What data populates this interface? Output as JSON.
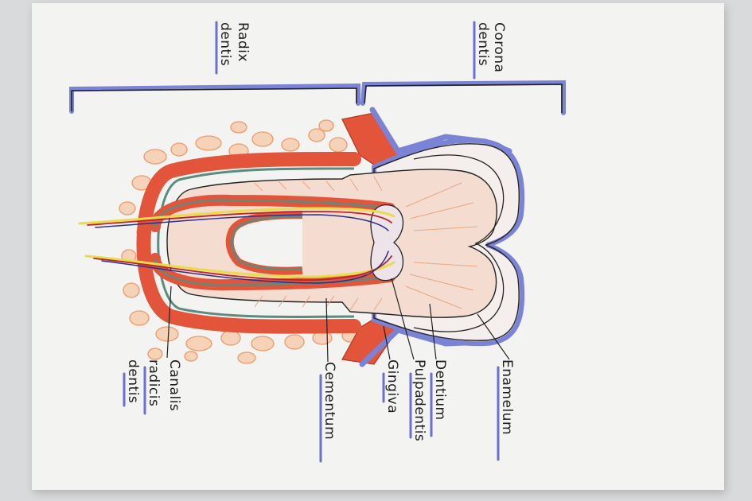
{
  "labels": {
    "corona": [
      "Corona",
      "dentis"
    ],
    "radix": [
      "Radix",
      "dentis"
    ],
    "enamelum": "Enamelum",
    "dentium": "Dentium",
    "pulpa": [
      "Pulpa",
      "dentis"
    ],
    "gingiva": "Gingiva",
    "cementum": "Cementum",
    "canalis": [
      "Canalis",
      "radicis",
      "dentis"
    ]
  },
  "colors": {
    "paper": "#f3f3f1",
    "ink": "#1c1c1c",
    "underline": "#6d6fcf",
    "gingiva": "#e2553a",
    "enamel_edge": "#7b83d6",
    "bone": "#f0b990",
    "nerve_yellow": "#e8dc4a",
    "vessel_red": "#c2202a",
    "vessel_blue": "#2a2f8a",
    "dentin": "#f4ddd0"
  }
}
